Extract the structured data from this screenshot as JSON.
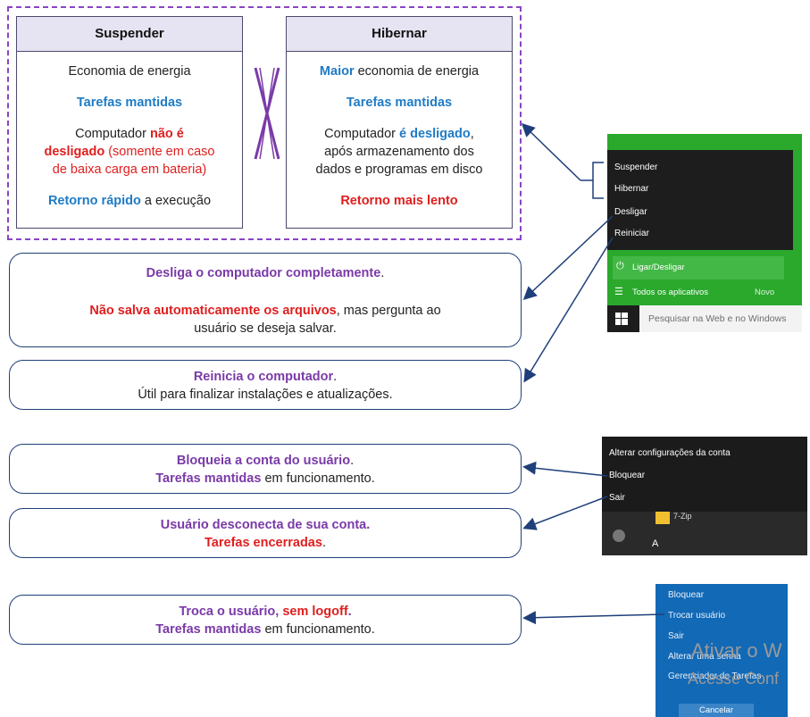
{
  "suspender": {
    "title": "Suspender",
    "line1": "Economia de energia",
    "line2": "Tarefas mantidas",
    "line3a": "Computador ",
    "line3b": "não é",
    "line4a": "desligado",
    "line4b": " (somente em caso",
    "line5": "de baixa carga em bateria)",
    "line6a": "Retorno rápido",
    "line6b": " a execução"
  },
  "hibernar": {
    "title": "Hibernar",
    "line1a": "Maior",
    "line1b": " economia de energia",
    "line2": "Tarefas mantidas",
    "line3a": "Computador ",
    "line3b": "é desligado",
    "line3c": ",",
    "line4": "após armazenamento dos",
    "line5": "dados e programas em disco",
    "line6": "Retorno mais lento"
  },
  "desligar_box": {
    "line1": "Desliga o computador completamente",
    "line1_end": ".",
    "line2a": "Não salva automaticamente os arquivos",
    "line2b": ", mas pergunta ao",
    "line3": "usuário se deseja salvar."
  },
  "reiniciar_box": {
    "line1": "Reinicia o computador",
    "line1_end": ".",
    "line2": "Útil para finalizar instalações e atualizações."
  },
  "bloquear_box": {
    "line1": "Bloqueia a conta do usuário",
    "line1_end": ".",
    "line2a": "Tarefas mantidas",
    "line2b": " em funcionamento."
  },
  "sair_box": {
    "line1": "Usuário desconecta de sua conta.",
    "line2": "Tarefas encerradas",
    "line2_end": "."
  },
  "trocar_box": {
    "line1a": "Troca o usuário, ",
    "line1b": "sem logoff",
    "line1_end": ".",
    "line2a": "Tarefas mantidas",
    "line2b": " em funcionamento."
  },
  "power_menu": {
    "items": [
      "Suspender",
      "Hibernar",
      "Desligar",
      "Reiniciar"
    ],
    "power_label": "Ligar/Desligar",
    "all_apps": "Todos os aplicativos",
    "new_label": "Novo",
    "search_placeholder": "Pesquisar na Web e no Windows"
  },
  "account_menu": {
    "items": [
      "Alterar configurações da conta",
      "Bloquear",
      "Sair"
    ],
    "app_label": "7-Zip",
    "letter": "A"
  },
  "user_menu": {
    "items": [
      "Bloquear",
      "Trocar usuário",
      "Sair",
      "Alterar uma senha",
      "Gerenciador de Tarefas"
    ],
    "cancel": "Cancelar"
  },
  "watermark": {
    "line1": "Ativar o W",
    "line2": "Acesse Conf"
  },
  "colors": {
    "purple": "#7a3aa8",
    "blue": "#1e7bc6",
    "red": "#e01e1e",
    "arrow": "#1f3f7a"
  }
}
